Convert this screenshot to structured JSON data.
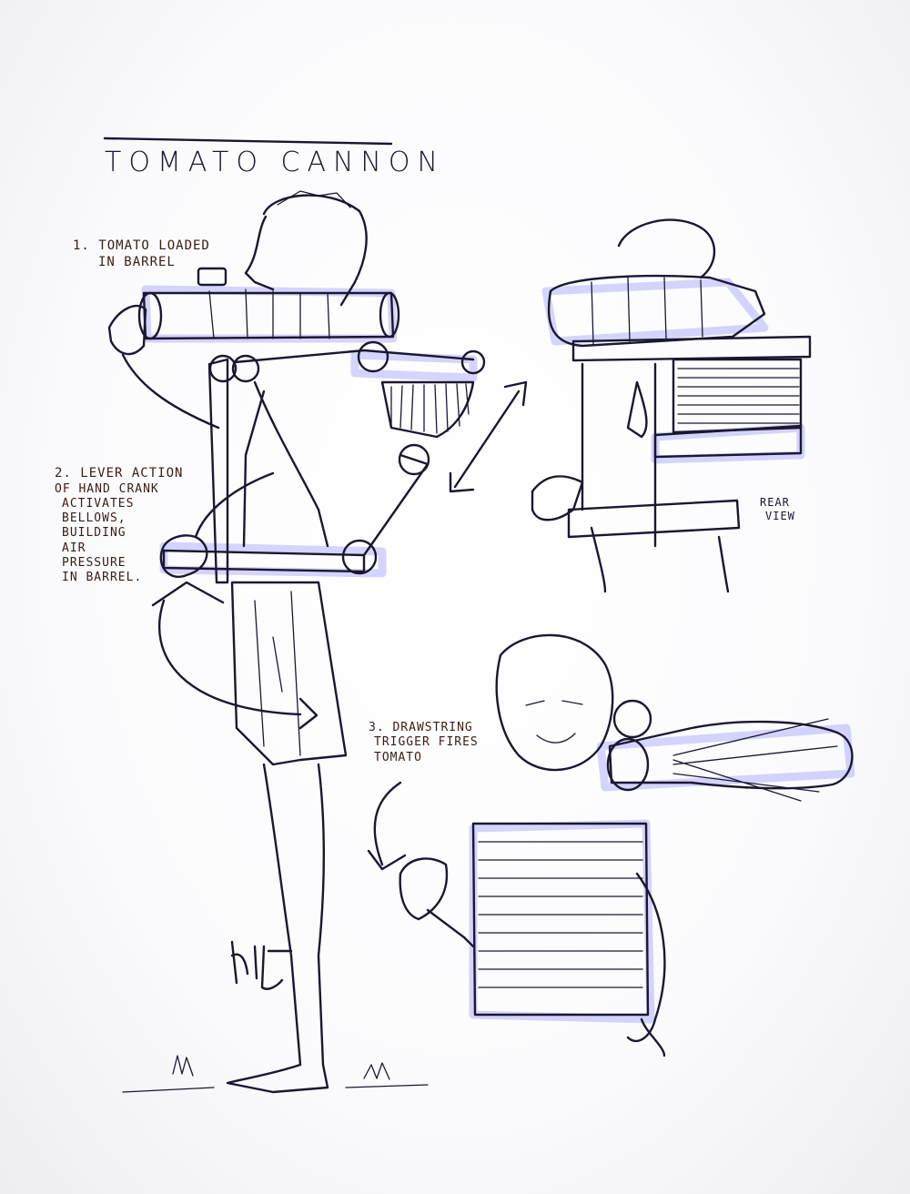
{
  "title": "TOMATO CANNON",
  "notes": {
    "note1": [
      "1. TOMATO LOADED",
      "IN BARREL"
    ],
    "note2": [
      "2. LEVER ACTION",
      "OF HAND CRANK",
      "ACTIVATES",
      "BELLOWS,",
      "BUILDING",
      "AIR",
      "PRESSURE",
      "IN BARREL."
    ],
    "note3": [
      "3. DRAWSTRING",
      "TRIGGER FIRES",
      "TOMATO"
    ],
    "rear": [
      "REAR",
      "VIEW"
    ]
  },
  "colors": {
    "ink": "#1a1830",
    "glow": "#8a86ff",
    "annotation": "#3a1c14",
    "paper": "#ffffff"
  },
  "signature": "artist-signature"
}
